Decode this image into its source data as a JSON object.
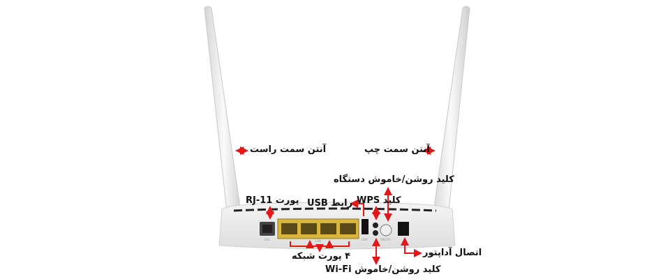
{
  "labels": {
    "right_antenna": "آنتن سمت راست",
    "left_antenna": "آنتن سمت چپ",
    "power_button": "کلید روشن/خاموش دستگاه",
    "rj11_port": "پورت RJ-11",
    "usb_port": "رابط USB",
    "wps_button": "کلید WPS",
    "lan_ports": "۴ پورت شبکه",
    "adapter": "اتصال آداپتور",
    "wifi_button": "کلید روشن/خاموش Wi-Fi"
  },
  "router_marks": {
    "dsl": "DSL",
    "lan": "LAN",
    "usb": "USB",
    "onoff": "ON/OFF"
  },
  "colors": {
    "arrow": "#e01818",
    "lan_port": "#d8b640",
    "body": "#eeeeee"
  }
}
